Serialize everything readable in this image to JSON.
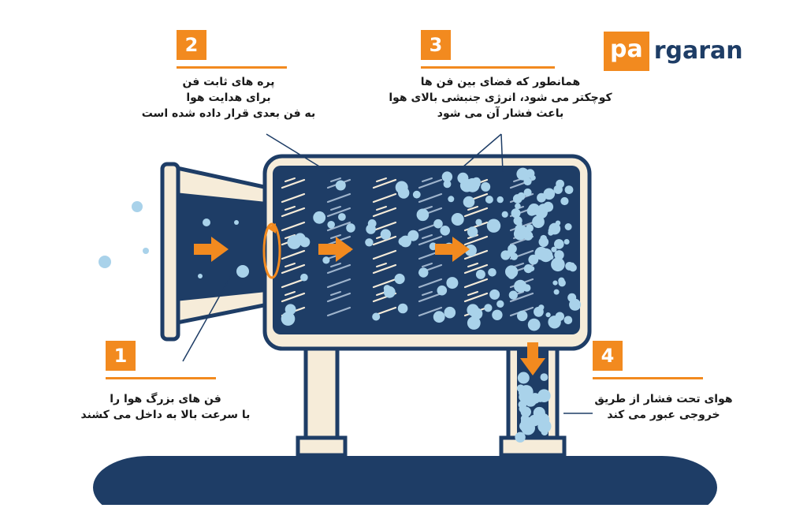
{
  "logo": {
    "highlight": "pa",
    "rest": "rgaran"
  },
  "steps": [
    {
      "number": "1",
      "lines": [
        "فن های بزرگ هوا را",
        "با سرعت بالا به داخل می کشند"
      ]
    },
    {
      "number": "2",
      "lines": [
        "پره های ثابت فن",
        "برای هدایت هوا",
        "به فن بعدی قرار داده شده است"
      ]
    },
    {
      "number": "3",
      "lines": [
        "همانطور که فضای بین فن ها",
        "کوچکتر می شود، انرژی جنبشی بالای هوا",
        "باعث فشار آن می شود"
      ]
    },
    {
      "number": "4",
      "lines": [
        "هوای تحت فشار از طریق",
        "خروجی عبور می کند"
      ]
    }
  ],
  "colors": {
    "navy": "#1e3d66",
    "cream": "#f6ecd9",
    "orange": "#f28a1f",
    "bubble": "#a9d2ea"
  }
}
